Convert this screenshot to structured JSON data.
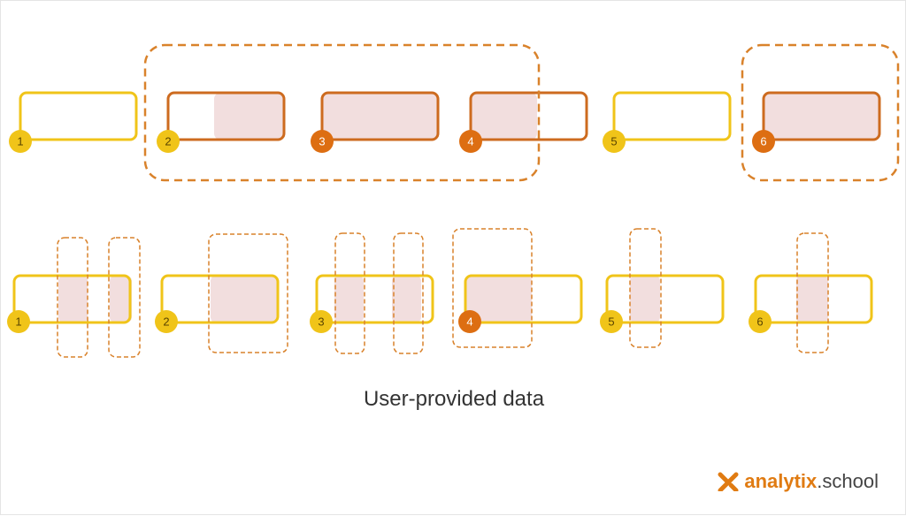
{
  "caption": "User-provided data",
  "logo": {
    "brand": "analytix",
    "dot": ".",
    "suffix": "school",
    "icon": "x-logo-icon"
  },
  "colors": {
    "yellow": "#f0c419",
    "orange": "#dd6e12",
    "orange_dashed": "#d9822b",
    "shade": "#f2dede"
  },
  "top_row": {
    "intervals": [
      {
        "label": "1",
        "color": "yellow",
        "badge": "yellow"
      },
      {
        "label": "2",
        "color": "orange",
        "badge": "yellow"
      },
      {
        "label": "3",
        "color": "orange",
        "badge": "orange"
      },
      {
        "label": "4",
        "color": "orange",
        "badge": "orange"
      },
      {
        "label": "5",
        "color": "yellow",
        "badge": "yellow"
      },
      {
        "label": "6",
        "color": "orange",
        "badge": "orange"
      }
    ]
  },
  "bottom_row": {
    "intervals": [
      {
        "label": "1",
        "badge": "yellow"
      },
      {
        "label": "2",
        "badge": "yellow"
      },
      {
        "label": "3",
        "badge": "yellow"
      },
      {
        "label": "4",
        "badge": "orange"
      },
      {
        "label": "5",
        "badge": "yellow"
      },
      {
        "label": "6",
        "badge": "yellow"
      }
    ]
  }
}
